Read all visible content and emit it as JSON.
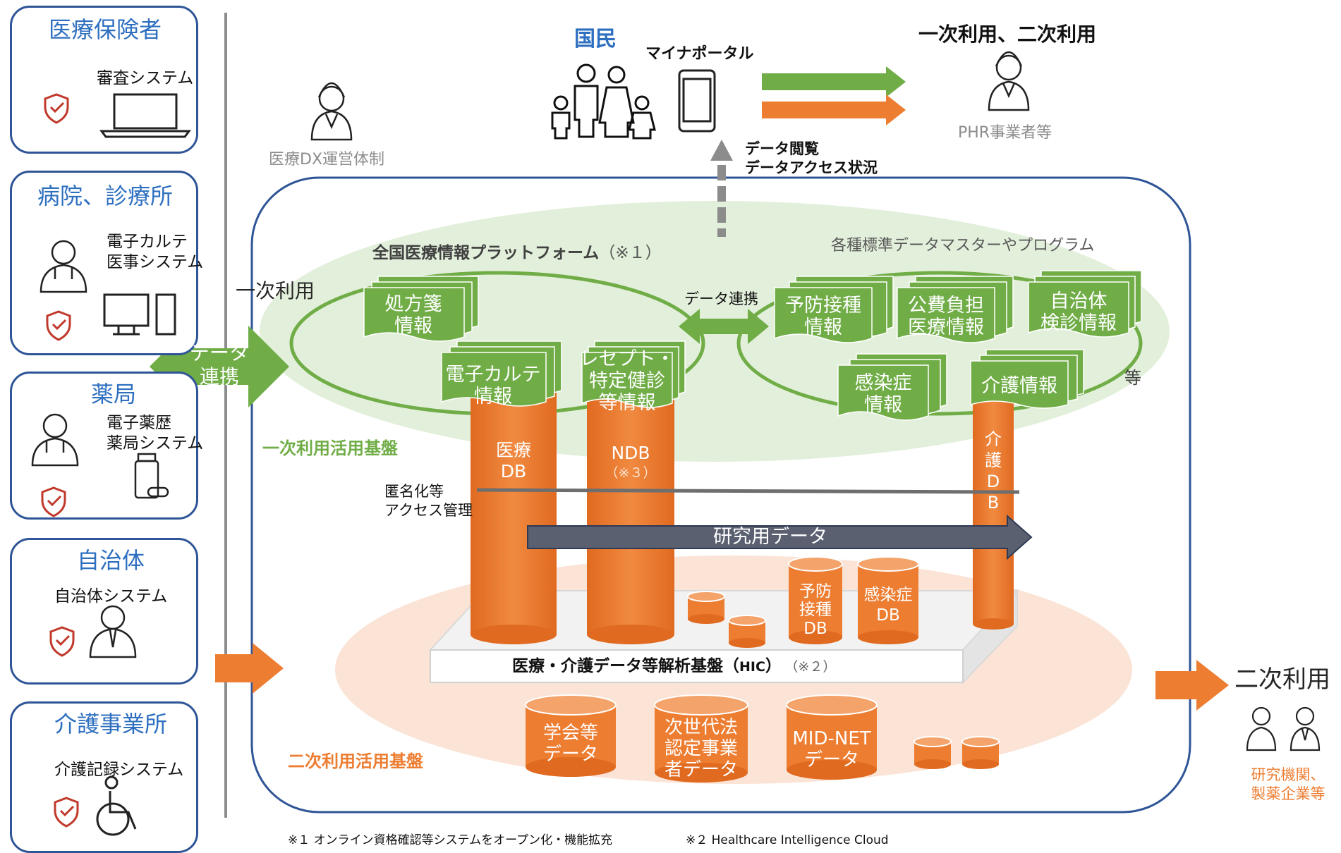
{
  "sidebar": {
    "boxes": [
      {
        "title": "医療保険者",
        "systems": [
          "審査システム"
        ]
      },
      {
        "title": "病院、診療所",
        "systems": [
          "電子カルテ",
          "医事システム"
        ]
      },
      {
        "title": "薬局",
        "systems": [
          "電子薬歴",
          "薬局システム"
        ]
      },
      {
        "title": "自治体",
        "systems": [
          "自治体システム"
        ]
      },
      {
        "title": "介護事業所",
        "systems": [
          "介護記録システム"
        ]
      }
    ],
    "link_label": [
      "データ",
      "連携"
    ]
  },
  "top": {
    "kokumin": "国民",
    "mynaportal": "マイナポータル",
    "use_title": "一次利用、二次利用",
    "phr": "PHR事業者等",
    "dx": "医療DX運営体制",
    "data_view": [
      "データ閲覧",
      "データアクセス状況"
    ]
  },
  "platform": {
    "title": "全国医療情報プラットフォーム",
    "note1": "（※１）",
    "master": "各種標準データマスターやプログラム",
    "primary_use": "一次利用",
    "data_link": "データ連携",
    "primary_base": "一次利用活用基盤",
    "etc": "等",
    "docs": [
      {
        "lines": [
          "処方箋",
          "情報"
        ]
      },
      {
        "lines": [
          "電子カルテ",
          "情報"
        ]
      },
      {
        "lines": [
          "レセプト・",
          "特定健診",
          "等情報"
        ]
      },
      {
        "lines": [
          "予防接種",
          "情報"
        ]
      },
      {
        "lines": [
          "公費負担",
          "医療情報"
        ]
      },
      {
        "lines": [
          "自治体",
          "検診情報"
        ]
      },
      {
        "lines": [
          "感染症",
          "情報"
        ]
      },
      {
        "lines": [
          "介護情報"
        ]
      }
    ],
    "dbs": {
      "iryo": [
        "医療",
        "DB"
      ],
      "ndb": "NDB",
      "ndb_note": "（※３）",
      "kaigo": [
        "介",
        "護",
        "D",
        "B"
      ],
      "yobo": [
        "予防",
        "接種",
        "DB"
      ],
      "kansen": [
        "感染症",
        "DB"
      ]
    },
    "anon": [
      "匿名化等",
      "アクセス管理"
    ],
    "research": "研究用データ"
  },
  "hic": {
    "title": "医療・介護データ等解析基盤（",
    "title_hic": "HIC",
    "title_end": "）",
    "note2": "（※２）",
    "secondary_base": "二次利用活用基盤",
    "cyls": [
      {
        "lines": [
          "学会等",
          "データ"
        ]
      },
      {
        "lines": [
          "次世代法",
          "認定事業",
          "者データ"
        ]
      },
      {
        "lines": [
          "MID-NET",
          "データ"
        ]
      }
    ]
  },
  "right": {
    "secondary_use": "二次利用",
    "research_org": [
      "研究機関、",
      "製薬企業等"
    ]
  },
  "footnotes": {
    "f1": "※１ オンライン資格確認等システムをオープン化・機能拡充",
    "f2": "※２ Healthcare Intelligence Cloud"
  },
  "colors": {
    "green": "#70ad47",
    "orange": "#ed7d31",
    "navy": "#2f5597",
    "blue_text": "#2e6fc0",
    "dark_arrow": "#4a5568"
  }
}
